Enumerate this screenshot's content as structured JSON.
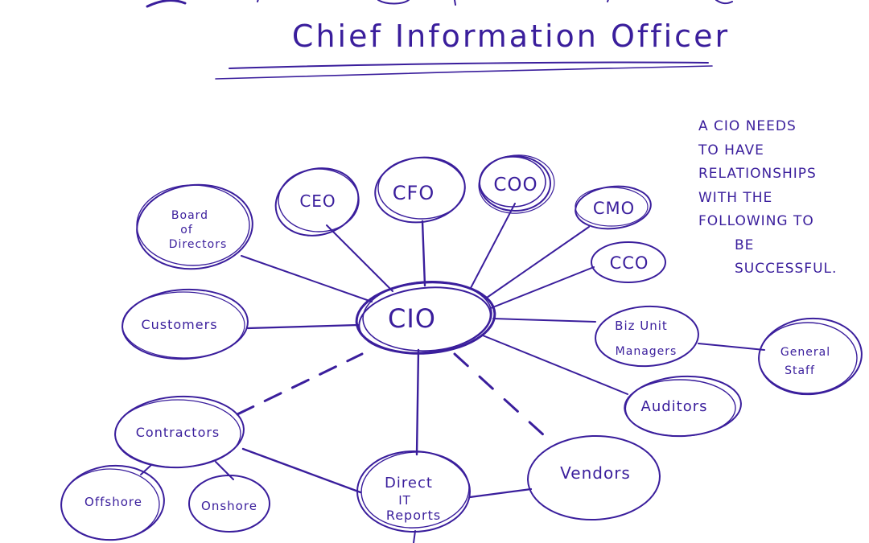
{
  "title": "Chief Information Officer",
  "ink_color": "#3a1e9c",
  "side_note": {
    "lines": [
      "A CIO needs",
      "to have",
      "relationships",
      "with the",
      "following to",
      "be",
      "successful."
    ]
  },
  "center_node": {
    "id": "cio",
    "label": "CIO"
  },
  "nodes": [
    {
      "id": "board",
      "lines": [
        "Board",
        "of",
        "Directors"
      ]
    },
    {
      "id": "ceo",
      "lines": [
        "CEO"
      ]
    },
    {
      "id": "cfo",
      "lines": [
        "CFO"
      ]
    },
    {
      "id": "coo",
      "lines": [
        "COO"
      ]
    },
    {
      "id": "cmo",
      "lines": [
        "CMO"
      ]
    },
    {
      "id": "cco",
      "lines": [
        "CCO"
      ]
    },
    {
      "id": "customers",
      "lines": [
        "Customers"
      ]
    },
    {
      "id": "biz_unit_managers",
      "lines": [
        "Biz Unit",
        "Managers"
      ]
    },
    {
      "id": "general_staff",
      "lines": [
        "General",
        "Staff"
      ]
    },
    {
      "id": "auditors",
      "lines": [
        "Auditors"
      ]
    },
    {
      "id": "contractors",
      "lines": [
        "Contractors"
      ]
    },
    {
      "id": "offshore",
      "lines": [
        "Offshore"
      ]
    },
    {
      "id": "onshore",
      "lines": [
        "Onshore"
      ]
    },
    {
      "id": "direct_it_reports",
      "lines": [
        "Direct",
        "IT",
        "Reports"
      ]
    },
    {
      "id": "vendors",
      "lines": [
        "Vendors"
      ]
    }
  ],
  "edges": [
    {
      "from": "cio",
      "to": "board",
      "style": "solid"
    },
    {
      "from": "cio",
      "to": "ceo",
      "style": "solid"
    },
    {
      "from": "cio",
      "to": "cfo",
      "style": "solid"
    },
    {
      "from": "cio",
      "to": "coo",
      "style": "solid"
    },
    {
      "from": "cio",
      "to": "cmo",
      "style": "solid"
    },
    {
      "from": "cio",
      "to": "cco",
      "style": "solid"
    },
    {
      "from": "cio",
      "to": "customers",
      "style": "solid"
    },
    {
      "from": "cio",
      "to": "biz_unit_managers",
      "style": "solid"
    },
    {
      "from": "biz_unit_managers",
      "to": "general_staff",
      "style": "solid"
    },
    {
      "from": "cio",
      "to": "auditors",
      "style": "solid"
    },
    {
      "from": "cio",
      "to": "contractors",
      "style": "dashed"
    },
    {
      "from": "cio",
      "to": "vendors",
      "style": "dashed"
    },
    {
      "from": "cio",
      "to": "direct_it_reports",
      "style": "solid"
    },
    {
      "from": "contractors",
      "to": "offshore",
      "style": "solid"
    },
    {
      "from": "contractors",
      "to": "onshore",
      "style": "solid"
    },
    {
      "from": "contractors",
      "to": "direct_it_reports",
      "style": "solid"
    },
    {
      "from": "direct_it_reports",
      "to": "vendors",
      "style": "solid"
    }
  ]
}
